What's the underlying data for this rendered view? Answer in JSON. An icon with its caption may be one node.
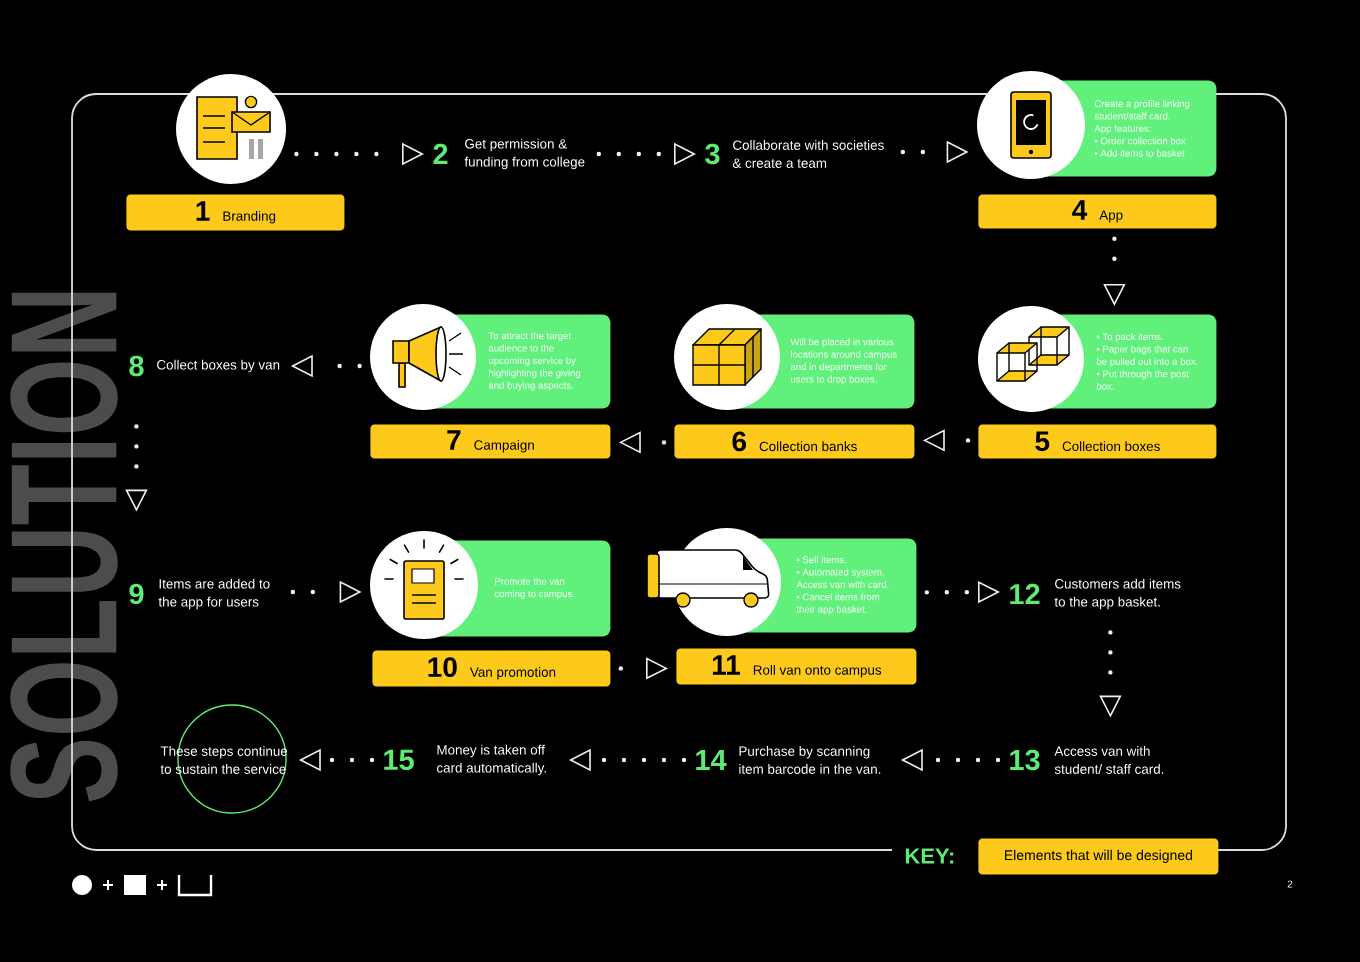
{
  "diagram": {
    "title": "SOLUTION",
    "nodes": [
      {
        "text": [],
        "shape": "picture"
      },
      {
        "text": [
          "1",
          "Branding"
        ]
      },
      {
        "text": [
          "2",
          "Get permission & funding from college"
        ]
      },
      {
        "text": [
          "3",
          "Collaborate with societies & create a team"
        ]
      },
      {
        "text": [],
        "shape": "picture"
      },
      {
        "text": [
          "Create a profile linking student/staff card.",
          "App features:",
          "• Order collection box",
          "• Add items to basket"
        ]
      },
      {
        "text": [
          "4",
          "App"
        ]
      },
      {
        "text": [],
        "shape": "picture"
      },
      {
        "text": [
          "• To pack items.",
          "• Paper bags that can be pulled out into a box.",
          "• Put through the post box."
        ]
      },
      {
        "text": [
          "5",
          "Collection boxes"
        ]
      },
      {
        "text": [],
        "shape": "picture"
      },
      {
        "text": [
          "Will be placed in various locations around campus and in departments for users to drop boxes."
        ]
      },
      {
        "text": [
          "6",
          "Collection banks"
        ]
      },
      {
        "text": [],
        "shape": "picture"
      },
      {
        "text": [
          "To attract the target audience to the upcoming service by highlighting the giving and buying aspects."
        ]
      },
      {
        "text": [
          "7",
          "Campaign"
        ]
      },
      {
        "text": [
          "8",
          "Collect boxes by van"
        ]
      },
      {
        "text": [
          "9",
          "Items are added to the app for users"
        ]
      },
      {
        "text": [],
        "shape": "picture"
      },
      {
        "text": [
          "Promote the van coming to campus."
        ]
      },
      {
        "text": [
          "10",
          "Van promotion"
        ]
      },
      {
        "text": [],
        "shape": "picture"
      },
      {
        "text": [
          "• Sell items.",
          "• Automated system. Access van with card.",
          "• Cancel items from their app basket."
        ]
      },
      {
        "text": [
          "11",
          "Roll van onto campus"
        ]
      },
      {
        "text": [
          "12",
          "Customers add items to the app basket."
        ]
      },
      {
        "text": [
          "13",
          "Access van with student/ staff card."
        ]
      },
      {
        "text": [
          "14",
          "Purchase by scanning item barcode in the van."
        ]
      },
      {
        "text": [
          "15",
          "Money is taken off card automatically."
        ]
      },
      {
        "text": [
          "These steps continue to sustain the service"
        ]
      }
    ],
    "edges": [
      {
        "from": 0,
        "to": 2,
        "arrow": "to"
      },
      {
        "from": 2,
        "to": 3,
        "arrow": "to"
      },
      {
        "from": 3,
        "to": 4,
        "arrow": "to"
      },
      {
        "from": 6,
        "to": 8,
        "arrow": "to"
      },
      {
        "from": 9,
        "to": 12,
        "arrow": "to"
      },
      {
        "from": 12,
        "to": 15,
        "arrow": "to"
      },
      {
        "from": 13,
        "to": 16,
        "arrow": "to"
      },
      {
        "from": 16,
        "to": 17,
        "arrow": "to"
      },
      {
        "from": 17,
        "to": 18,
        "arrow": "to"
      },
      {
        "from": 20,
        "to": 23,
        "arrow": "to"
      },
      {
        "from": 22,
        "to": 24,
        "arrow": "to"
      },
      {
        "from": 24,
        "to": 25,
        "arrow": "to"
      },
      {
        "from": 25,
        "to": 26,
        "arrow": "to"
      },
      {
        "from": 26,
        "to": 27,
        "arrow": "to"
      },
      {
        "from": 27,
        "to": 28,
        "arrow": "to"
      }
    ],
    "labels": [
      "KEY:",
      "2"
    ],
    "legend": [
      {
        "text": "Elements that will be designed",
        "color": "#fdca1c"
      }
    ]
  }
}
